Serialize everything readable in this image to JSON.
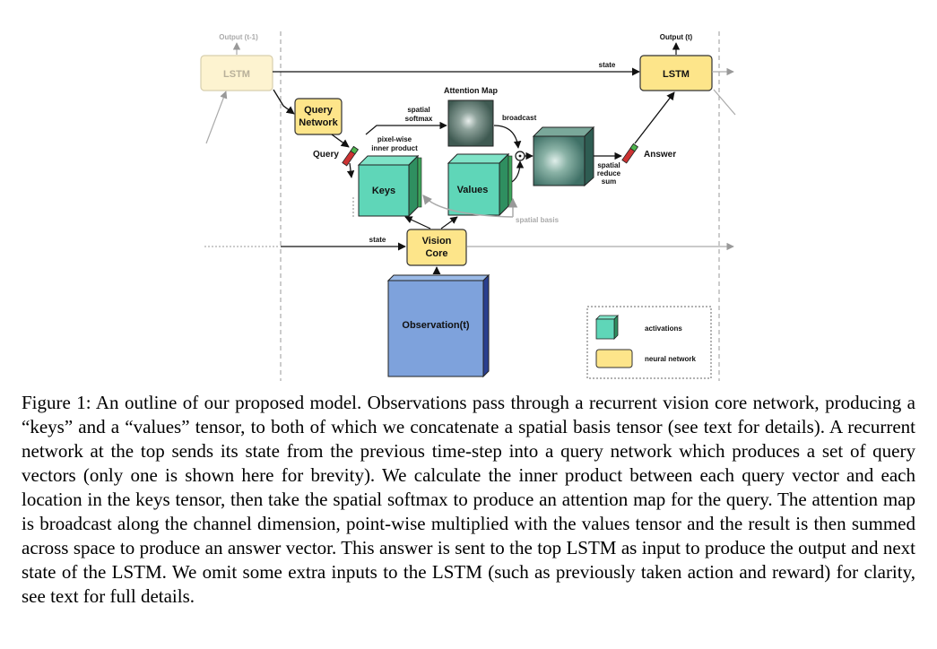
{
  "figure": {
    "lstm_prev_label": "LSTM",
    "output_prev_label": "Output (t-1)",
    "lstm_label": "LSTM",
    "output_label": "Output (t)",
    "state_top_label": "state",
    "query_network_label": [
      "Query",
      "Network"
    ],
    "query_label": "Query",
    "spatial_softmax_label": [
      "spatial",
      "softmax"
    ],
    "attention_map_label": "Attention Map",
    "broadcast_label": "broadcast",
    "pixelwise_label": [
      "pixel-wise",
      "inner product"
    ],
    "keys_label": "Keys",
    "values_label": "Values",
    "spatial_basis_label": "spatial basis",
    "answer_label": "Answer",
    "spatial_reduce_label": [
      "spatial",
      "reduce",
      "sum"
    ],
    "vision_core_label": [
      "Vision",
      "Core"
    ],
    "state_bottom_label": "state",
    "observation_label": "Observation(t)",
    "legend": {
      "activations_label": "activations",
      "neural_network_label": "neural network"
    },
    "colors": {
      "neural_network": "#fde58a",
      "neural_network_border": "#333333",
      "activation_front": "#5fd6b8",
      "observation": "#7ea2dc",
      "query_red": "#cc3333",
      "query_green": "#4fb54f"
    }
  },
  "caption": "Figure 1: An outline of our proposed model. Observations pass through a recurrent vision core network, producing a “keys” and a “values” tensor, to both of which we concatenate a spatial basis tensor (see text for details). A recurrent network at the top sends its state from the previous time-step into a query network which produces a set of query vectors (only one is shown here for brevity). We calculate the inner product between each query vector and each location in the keys tensor, then take the spatial softmax to produce an attention map for the query. The attention map is broadcast along the channel dimension, point-wise multiplied with the values tensor and the result is then summed across space to produce an answer vector. This answer is sent to the top LSTM as input to produce the output and next state of the LSTM. We omit some extra inputs to the LSTM (such as previously taken action and reward) for clarity, see text for full details."
}
